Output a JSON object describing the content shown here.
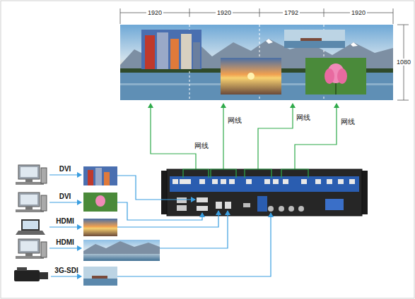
{
  "diagram": {
    "labels": [
      "1920",
      "1920",
      "1792",
      "1920",
      "1080",
      "网线",
      "网线",
      "网线",
      "网线",
      "DVI",
      "DVI",
      "HDMI",
      "HDMI",
      "3G-SDI"
    ]
  }
}
